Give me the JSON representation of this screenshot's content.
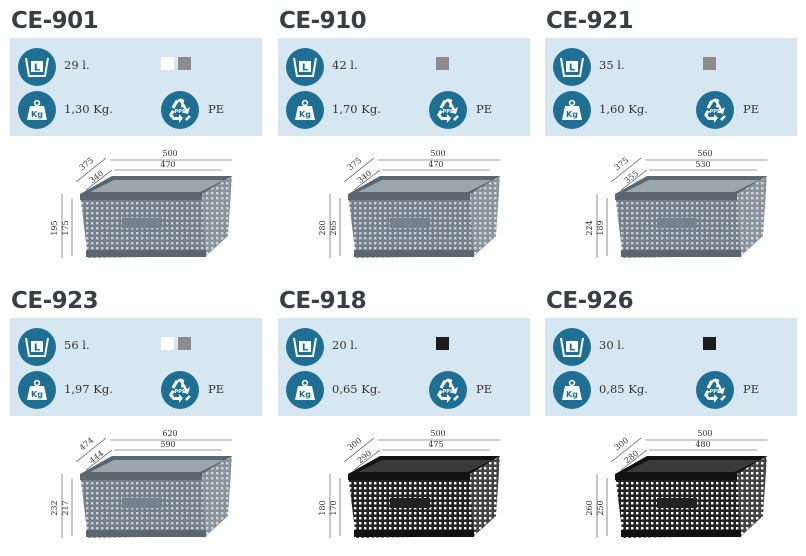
{
  "colors": {
    "panel": "#d6e7f1",
    "icon": "#1f6f95",
    "grey_crate": "#6f7a84",
    "black_crate": "#1c1c1c"
  },
  "icons": {
    "volume": "volume-icon",
    "weight": "weight-kg-icon",
    "recycle": "recycle-pp-icon"
  },
  "products": [
    {
      "code": "CE-901",
      "volume": "29 l.",
      "weight": "1,30 Kg.",
      "kg_label": "Kg",
      "material": "PE",
      "recycle_label": "PPS",
      "swatches": [
        "#ffffff",
        "#8c8c8c"
      ],
      "crate_color": "grey",
      "dims": {
        "length_outer": "500",
        "length_inner": "470",
        "width_outer": "375",
        "width_inner": "340",
        "height_outer": "195",
        "height_inner": "175"
      }
    },
    {
      "code": "CE-910",
      "volume": "42 l.",
      "weight": "1,70 Kg.",
      "kg_label": "Kg",
      "material": "PE",
      "recycle_label": "PPS",
      "swatches": [
        "#8c8c8c"
      ],
      "crate_color": "grey",
      "dims": {
        "length_outer": "500",
        "length_inner": "470",
        "width_outer": "375",
        "width_inner": "340",
        "height_outer": "280",
        "height_inner": "265"
      }
    },
    {
      "code": "CE-921",
      "volume": "35 l.",
      "weight": "1,60 Kg.",
      "kg_label": "Kg",
      "material": "PE",
      "recycle_label": "PPS",
      "swatches": [
        "#8c8c8c"
      ],
      "crate_color": "grey",
      "dims": {
        "length_outer": "560",
        "length_inner": "530",
        "width_outer": "375",
        "width_inner": "355",
        "height_outer": "224",
        "height_inner": "189"
      }
    },
    {
      "code": "CE-923",
      "volume": "56 l.",
      "weight": "1,97 Kg.",
      "kg_label": "Kg",
      "material": "PE",
      "recycle_label": "PPS",
      "swatches": [
        "#ffffff",
        "#8c8c8c"
      ],
      "crate_color": "grey",
      "dims": {
        "length_outer": "620",
        "length_inner": "590",
        "width_outer": "474",
        "width_inner": "444",
        "height_outer": "232",
        "height_inner": "217"
      }
    },
    {
      "code": "CE-918",
      "volume": "20 l.",
      "weight": "0,65 Kg.",
      "kg_label": "Kg",
      "material": "PE",
      "recycle_label": "PPS",
      "swatches": [
        "#1c1c1c"
      ],
      "crate_color": "black",
      "dims": {
        "length_outer": "500",
        "length_inner": "475",
        "width_outer": "300",
        "width_inner": "290",
        "height_outer": "180",
        "height_inner": "170"
      }
    },
    {
      "code": "CE-926",
      "volume": "30 l.",
      "weight": "0,85 Kg.",
      "kg_label": "Kg",
      "material": "PE",
      "recycle_label": "PPS",
      "swatches": [
        "#1c1c1c"
      ],
      "crate_color": "black",
      "dims": {
        "length_outer": "500",
        "length_inner": "480",
        "width_outer": "300",
        "width_inner": "280",
        "height_outer": "260",
        "height_inner": "250"
      }
    }
  ]
}
